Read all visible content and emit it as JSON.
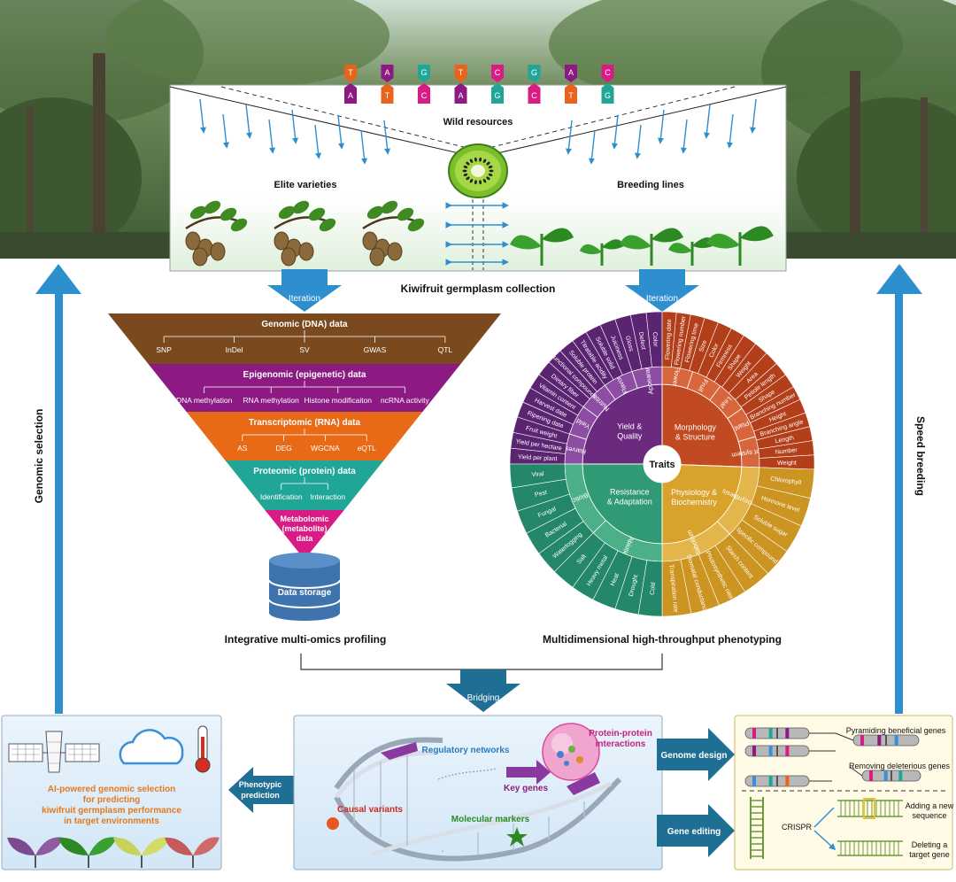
{
  "colors": {
    "arrow_blue": "#2e8fcf",
    "dark_teal": "#1f6e93",
    "genomic": "#7a4a1e",
    "epigenomic": "#8d1a82",
    "transcriptomic": "#e86a16",
    "proteomic": "#20a696",
    "metabolomic": "#d81b85",
    "storage": "#3f73ad",
    "yield": "#6a2b7f",
    "morphology": "#c24a22",
    "physiology": "#d9a22b",
    "resistance": "#2f9a73",
    "yellow_panel": "#fffbe6",
    "blue_panel": "#e8f2fb"
  },
  "icons": [
    "kiwifruit-icon",
    "kiwi-vine-icon",
    "seedling-icon",
    "satellite-icon",
    "cloud-icon",
    "thermometer-icon",
    "dna-helix-icon",
    "chromosome-icon",
    "star-icon"
  ],
  "dna_bases": {
    "top": [
      "T",
      "A",
      "G",
      "T",
      "C",
      "G",
      "A",
      "C"
    ],
    "bottom": [
      "A",
      "T",
      "C",
      "A",
      "G",
      "C",
      "T",
      "G"
    ]
  },
  "collection": {
    "wild": "Wild resources",
    "elite": "Elite varieties",
    "breeding": "Breeding lines",
    "title": "Kiwifruit germplasm collection"
  },
  "side": {
    "left": "Genomic selection",
    "right": "Speed breeding"
  },
  "iteration": "Iteration",
  "bridging": "Bridging",
  "omics": {
    "title": "Integrative multi-omics profiling",
    "layers": [
      {
        "name": "Genomic (DNA) data",
        "items": [
          "SNP",
          "InDel",
          "SV",
          "GWAS",
          "QTL"
        ]
      },
      {
        "name": "Epigenomic (epigenetic) data",
        "items": [
          "DNA methylation",
          "RNA methylation",
          "Histone modificaiton",
          "ncRNA activity"
        ]
      },
      {
        "name": "Transcriptomic (RNA) data",
        "items": [
          "AS",
          "DEG",
          "WGCNA",
          "eQTL"
        ]
      },
      {
        "name": "Proteomic (protein) data",
        "items": [
          "Identification",
          "Interaction"
        ]
      },
      {
        "name": "Metabolomic (metabolite) data",
        "lines": [
          "Metabolomic",
          "(metabolite)",
          "data"
        ]
      }
    ],
    "storage": "Data storage"
  },
  "phenotyping": {
    "title": "Multidimensional high-throughput phenotyping",
    "center": "Traits",
    "sectors": [
      {
        "name": "Yield & Quality",
        "lines": [
          "Yield &",
          "Quality"
        ],
        "sub": [
          "Harvest",
          "Yield",
          "Nutrition",
          "Flavor",
          "Appearance"
        ],
        "traits": [
          "Yield per plant",
          "Yield per hectare",
          "Fruit weight",
          "Ripening date",
          "Harvest date",
          "Vitamin content",
          "Dietary fiber",
          "Functional compounds",
          "Soluble protein",
          "Titratable acidity",
          "Soluble solid",
          "Juiciness",
          "Gloss",
          "Defect",
          "Color"
        ]
      },
      {
        "name": "Morphology & Structure",
        "lines": [
          "Morphology",
          "& Structure"
        ],
        "sub": [
          "Flower",
          "Fruit",
          "Leaf",
          "Plant",
          "Root system"
        ],
        "traits": [
          "Flowering date",
          "Flowering number",
          "Flowering time",
          "Size",
          "Color",
          "Firmness",
          "Shape",
          "Weight",
          "Area",
          "Petiole length",
          "Shape",
          "Branching number",
          "Height",
          "Branching angle",
          "Length",
          "Number",
          "Weight"
        ]
      },
      {
        "name": "Physiology & Biochemistry",
        "lines": [
          "Physiology &",
          "Biochemistry"
        ],
        "sub": [
          "Photosynthesis",
          "Metabolism"
        ],
        "traits": [
          "Chlorophyll",
          "Hormone level",
          "Soluble sugar",
          "Specific compound",
          "Starch content",
          "Photosynthetic rate",
          "Stomatal conductance",
          "Transpiration rate"
        ]
      },
      {
        "name": "Resistance & Adaptation",
        "lines": [
          "Resistance",
          "& Adaptation"
        ],
        "sub": [
          "Abiotic",
          "Biotic"
        ],
        "traits": [
          "Cold",
          "Drought",
          "Heat",
          "Heavy metal",
          "Salt",
          "Waterlogging",
          "Bacterial",
          "Fungal",
          "Pest",
          "Viral"
        ]
      }
    ]
  },
  "bottom": {
    "ai": [
      "AI-powered genomic selection",
      "for predicting",
      "kiwifruit germplasm performance",
      "in target environments"
    ],
    "phenotypic": [
      "Phenotypic",
      "prediction"
    ],
    "regulatory": "Regulatory networks",
    "ppi": [
      "Protein-protein",
      "interactions"
    ],
    "key_genes": "Key genes",
    "causal": "Causal variants",
    "markers": "Molecular markers",
    "genome_design": "Genome design",
    "gene_editing": "Gene editing",
    "pyramiding": "Pyramiding beneficial genes",
    "removing": "Removing deleterious genes",
    "crispr": "CRISPR",
    "adding": [
      "Adding a new",
      "sequence"
    ],
    "deleting": [
      "Deleting a",
      "target gene"
    ]
  }
}
